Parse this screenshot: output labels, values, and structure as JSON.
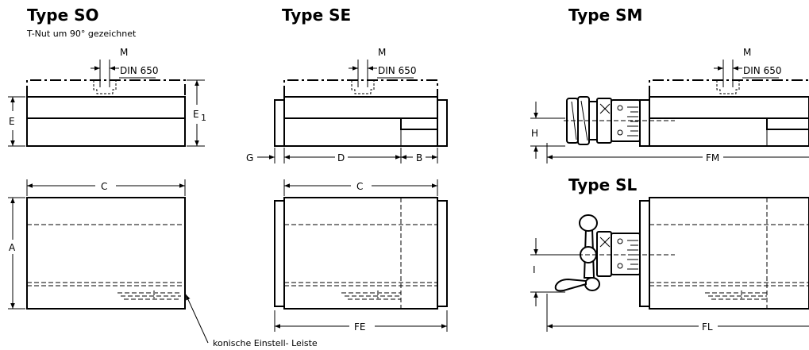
{
  "titles": {
    "so": "Type SO",
    "se": "Type SE",
    "sm": "Type SM",
    "sl": "Type SL"
  },
  "subtitle_so": "T-Nut um 90° gezeichnet",
  "standard": {
    "mark": "M",
    "din": "DIN 650"
  },
  "dims": {
    "E": "E",
    "E1": "E",
    "E1_sub": "1",
    "A": "A",
    "C": "C",
    "D": "D",
    "B": "B",
    "G": "G",
    "FE": "FE",
    "FM": "FM",
    "FL": "FL",
    "H": "H",
    "I": "I"
  },
  "note_leiste": "konische Einstell- Leiste"
}
